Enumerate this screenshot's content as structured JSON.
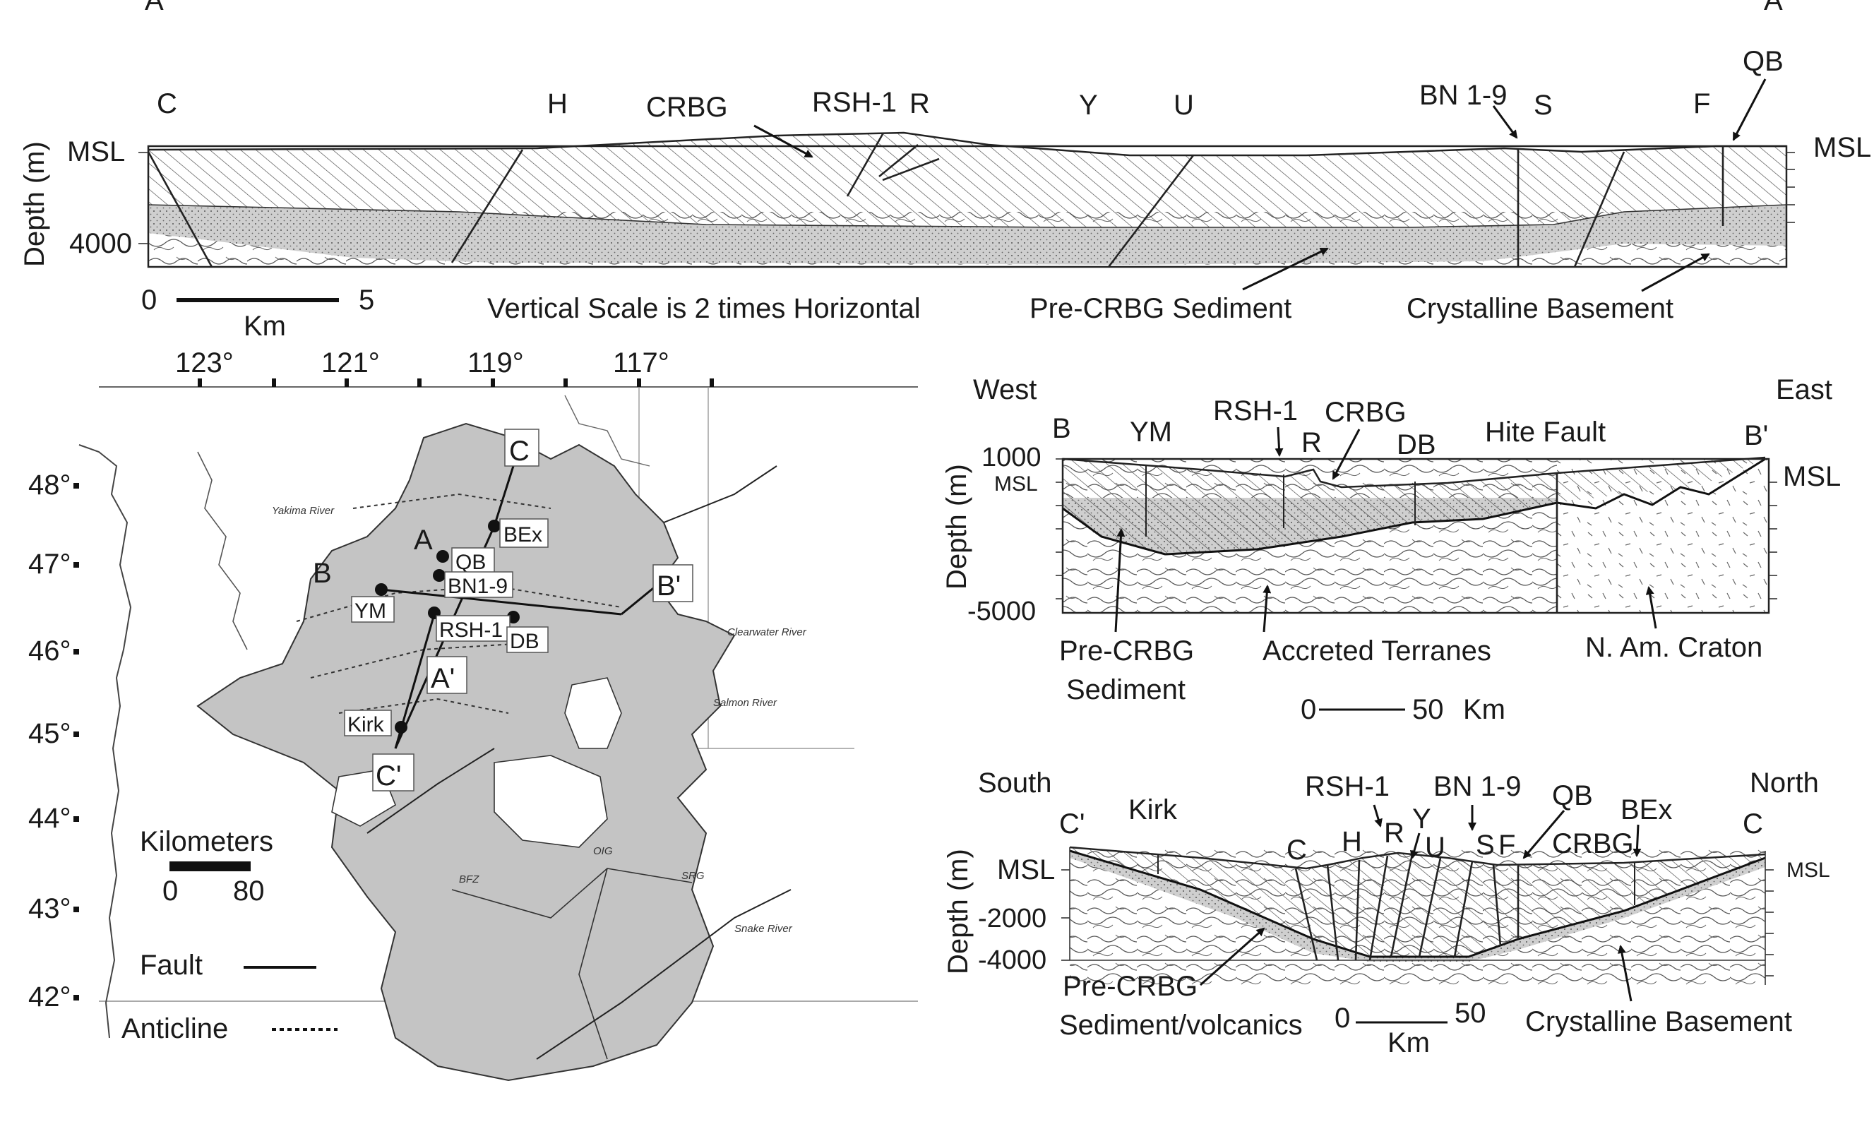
{
  "panel_a": {
    "start_label": "A",
    "end_label": "A'",
    "stations": [
      "C",
      "H",
      "RSH-1",
      "R",
      "Y",
      "U",
      "BN 1-9",
      "S",
      "F",
      "QB"
    ],
    "unit_crbg": "CRBG",
    "msl_left": "MSL",
    "msl_right": "MSL",
    "depth_4000": "4000",
    "axis_label": "Depth (m)",
    "scale_zero": "0",
    "scale_five": "5",
    "scale_unit": "Km",
    "vertical_note": "Vertical Scale is 2 times Horizontal",
    "pre_crbg": "Pre-CRBG Sediment",
    "basement": "Crystalline Basement"
  },
  "map": {
    "longitudes": [
      "123°",
      "121°",
      "119°",
      "117°"
    ],
    "latitudes": [
      "48°",
      "47°",
      "46°",
      "45°",
      "44°",
      "43°",
      "42°"
    ],
    "section_labels": {
      "a": "A",
      "a_prime": "A'",
      "b": "B",
      "b_prime": "B'",
      "c": "C",
      "c_prime": "C'"
    },
    "wells": {
      "bex": "BEx",
      "qb": "QB",
      "bn": "BN1-9",
      "ym": "YM",
      "rsh": "RSH-1",
      "db": "DB",
      "kirk": "Kirk"
    },
    "rivers": [
      "Yakima River",
      "Clearwater River",
      "Salmon River",
      "Snake River"
    ],
    "regions": [
      "BFZ",
      "OIG",
      "SRG"
    ],
    "scale_title": "Kilometers",
    "scale_zero": "0",
    "scale_eighty": "80",
    "legend_fault": "Fault",
    "legend_anticline": "Anticline"
  },
  "panel_b": {
    "west": "West",
    "east": "East",
    "start_label": "B",
    "end_label": "B'",
    "stations": [
      "YM",
      "RSH-1",
      "R",
      "CRBG",
      "DB",
      "Hite Fault"
    ],
    "depth_1000": "1000",
    "msl_left": "MSL",
    "msl_right": "MSL",
    "depth_minus5000": "-5000",
    "axis_label": "Depth (m)",
    "pre_crbg_line1": "Pre-CRBG",
    "pre_crbg_line2": "Sediment",
    "accreted": "Accreted Terranes",
    "craton": "N. Am. Craton",
    "scale_zero": "0",
    "scale_fifty": "50",
    "scale_unit": "Km"
  },
  "panel_c": {
    "south": "South",
    "north": "North",
    "start_label": "C'",
    "end_label": "C",
    "stations": [
      "Kirk",
      "C",
      "RSH-1",
      "H",
      "R",
      "Y",
      "BN 1-9",
      "U",
      "S",
      "F",
      "QB",
      "CRBG",
      "BEx"
    ],
    "msl_left": "MSL",
    "msl_right": "MSL",
    "depth_2000": "-2000",
    "depth_4000": "-4000",
    "axis_label": "Depth (m)",
    "pre_crbg_line1": "Pre-CRBG",
    "pre_crbg_line2": "Sediment/volcanics",
    "scale_zero": "0",
    "scale_fifty": "50",
    "scale_unit": "Km",
    "basement": "Crystalline Basement"
  }
}
